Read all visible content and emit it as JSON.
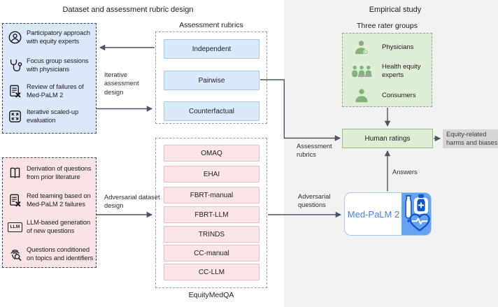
{
  "left": {
    "title": "Dataset and assessment rubric design",
    "design_box": {
      "items": [
        {
          "icon": "person-circle-icon",
          "label": "Participatory approach with equity experts"
        },
        {
          "icon": "stethoscope-icon",
          "label": "Focus group sessions with physicians"
        },
        {
          "icon": "document-failure-icon",
          "label": "Review of failures of Med-PaLM 2"
        },
        {
          "icon": "scale-up-icon",
          "label": "Iterative scaled-up evaluation"
        }
      ]
    },
    "iterative_arrow_label": "Iterative assessment design",
    "assessment_rubrics": {
      "title": "Assessment rubrics",
      "items": [
        "Independent",
        "Pairwise",
        "Counterfactual"
      ]
    },
    "adversarial_box": {
      "items": [
        {
          "icon": "book-icon",
          "label": "Derivation of questions from prior literature"
        },
        {
          "icon": "document-failure-icon",
          "label": "Red teaming based on Med-PaLM 2 failures"
        },
        {
          "icon": "llm-badge-icon",
          "icon_label": "LLM",
          "label": "LLM-based generation of new questions"
        },
        {
          "icon": "fingerprint-search-icon",
          "label": "Questions conditioned on topics and identifiers"
        }
      ]
    },
    "adversarial_arrow_label": "Adversarial dataset design",
    "equity_med_qa": {
      "label": "EquityMedQA",
      "items": [
        "OMAQ",
        "EHAI",
        "FBRT-manual",
        "FBRT-LLM",
        "TRINDS",
        "CC-manual",
        "CC-LLM"
      ]
    }
  },
  "right": {
    "title": "Empirical study",
    "rater_groups": {
      "title": "Three rater groups",
      "items": [
        {
          "icon": "physician-person-icon",
          "label": "Physicians"
        },
        {
          "icon": "people-group-icon",
          "label": "Health equity experts"
        },
        {
          "icon": "person-icon",
          "label": "Consumers"
        }
      ]
    },
    "assessment_rubrics_arrow_label": "Assessment rubrics",
    "adversarial_questions_arrow_label": "Adversarial questions",
    "answers_arrow_label": "Answers",
    "human_ratings_label": "Human ratings",
    "outcome_label": "Equity-related harms and biases",
    "model": {
      "label": "Med-PaLM 2",
      "icons": [
        "dropper-icon",
        "medicine-bottle-icon",
        "heart-pulse-icon"
      ]
    }
  },
  "colors": {
    "arrow": "#47566b",
    "design_box_blue_fill": "#dce8f9",
    "rubric_chip_fill": "#d9eafc",
    "rubric_chip_border": "#a9c7ef",
    "adversarial_box_fill": "#fae3e5",
    "dataset_chip_fill": "#fbe5e7",
    "dataset_chip_border": "#f1bcc2",
    "rater_box_fill": "#deedd6",
    "human_ratings_fill": "#ddecd3",
    "human_ratings_border": "#92c38c",
    "outcome_fill": "#d6d6d6",
    "model_text_blue": "#4285f4",
    "model_panel_blue": "#69a1f1",
    "model_border_blue": "#a8c7fa",
    "model_icon_blue": "#0b57d0",
    "right_panel_bg": "#f2f2f0",
    "icon_dark": "#202124",
    "green_icon": "#82b378"
  }
}
